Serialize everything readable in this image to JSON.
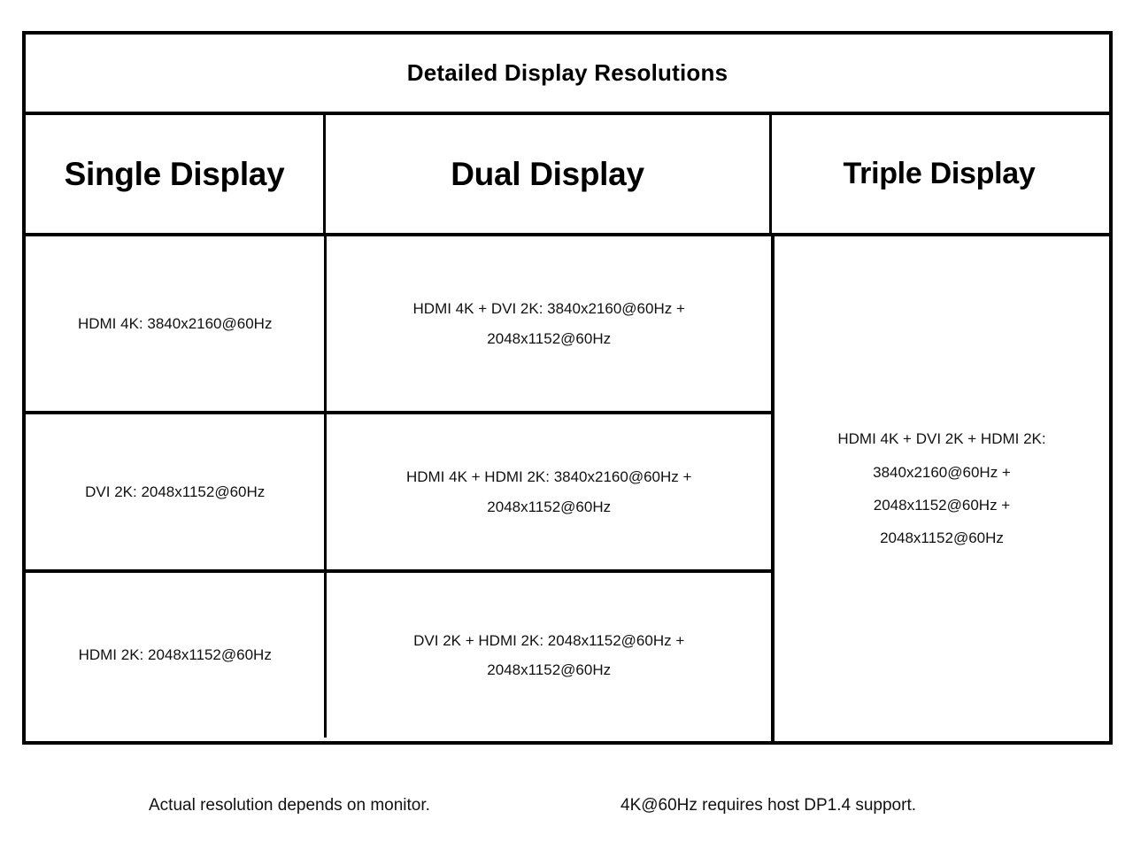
{
  "table": {
    "title": "Detailed Display Resolutions",
    "columns": [
      {
        "key": "single",
        "label": "Single Display"
      },
      {
        "key": "dual",
        "label": "Dual Display"
      },
      {
        "key": "triple",
        "label": "Triple Display"
      }
    ],
    "rows": [
      {
        "single": "HDMI 4K: 3840x2160@60Hz",
        "dual_line1": "HDMI 4K + DVI 2K: 3840x2160@60Hz +",
        "dual_line2": "2048x1152@60Hz"
      },
      {
        "single": "DVI 2K: 2048x1152@60Hz",
        "dual_line1": "HDMI 4K + HDMI 2K: 3840x2160@60Hz +",
        "dual_line2": "2048x1152@60Hz"
      },
      {
        "single": "HDMI 2K: 2048x1152@60Hz",
        "dual_line1": "DVI 2K + HDMI 2K: 2048x1152@60Hz +",
        "dual_line2": "2048x1152@60Hz"
      }
    ],
    "triple_cell": {
      "line1": "HDMI 4K + DVI 2K + HDMI 2K:",
      "line2": "3840x2160@60Hz +",
      "line3": "2048x1152@60Hz +",
      "line4": "2048x1152@60Hz"
    }
  },
  "footnotes": {
    "note1": "Actual resolution depends on monitor.",
    "note2": "4K@60Hz requires host DP1.4 support."
  },
  "colors": {
    "border": "#000000",
    "text": "#000000",
    "background": "#ffffff"
  }
}
